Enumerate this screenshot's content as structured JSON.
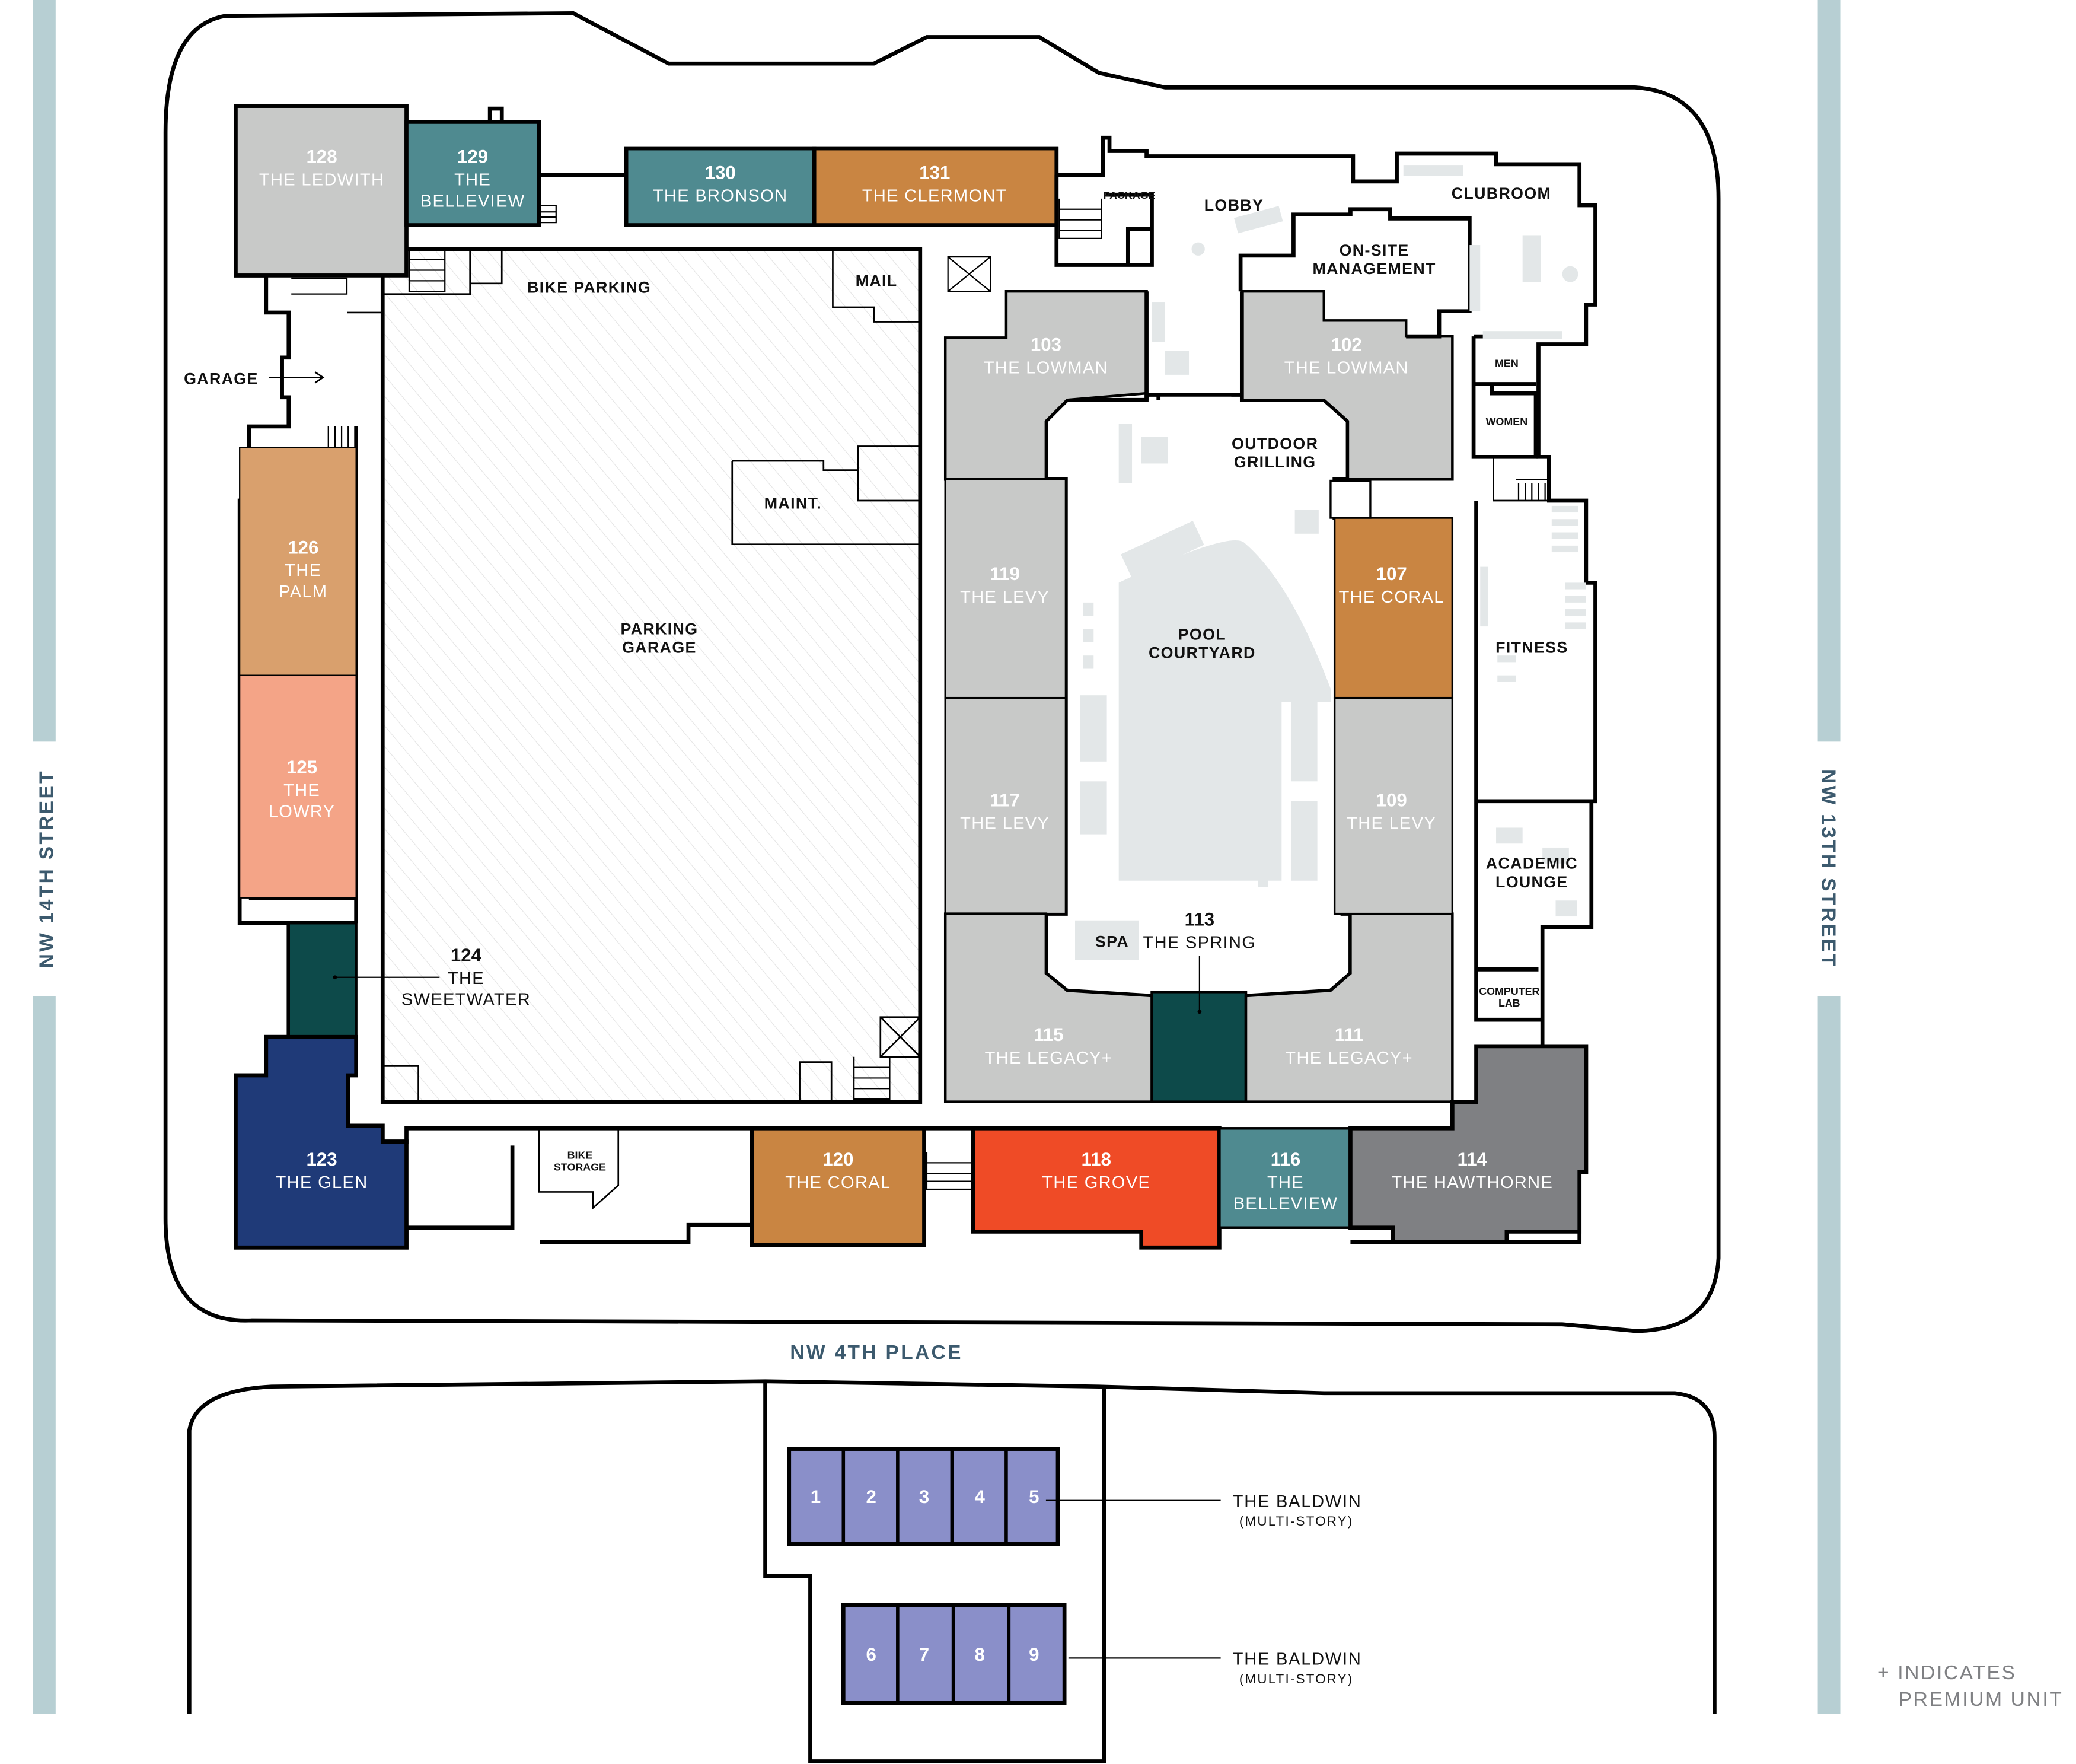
{
  "streets": {
    "west": "NW 14TH STREET",
    "east": "NW 13TH STREET",
    "south": "NW 4TH PLACE"
  },
  "legend": {
    "line1": "+ INDICATES",
    "line2": "PREMIUM UNIT"
  },
  "colors": {
    "gray": "#c8c9c8",
    "teal": "#4f8a90",
    "orange": "#c98542",
    "tan": "#d9a06d",
    "salmon": "#f4a487",
    "dark_teal": "#0d4a4a",
    "navy": "#1f3a78",
    "red": "#ef4b26",
    "dark_gray": "#7f8083",
    "purple": "#8a8fc9",
    "street_bar": "#b7cfd3"
  },
  "units": {
    "u128": {
      "number": "128",
      "name": "THE LEDWITH"
    },
    "u129": {
      "number": "129",
      "name1": "THE",
      "name2": "BELLEVIEW"
    },
    "u130": {
      "number": "130",
      "name": "THE BRONSON"
    },
    "u131": {
      "number": "131",
      "name": "THE CLERMONT"
    },
    "u103": {
      "number": "103",
      "name": "THE LOWMAN"
    },
    "u102": {
      "number": "102",
      "name": "THE LOWMAN"
    },
    "u119": {
      "number": "119",
      "name": "THE LEVY"
    },
    "u117": {
      "number": "117",
      "name": "THE LEVY"
    },
    "u115": {
      "number": "115",
      "name": "THE LEGACY+"
    },
    "u113": {
      "number": "113",
      "name": "THE SPRING"
    },
    "u111": {
      "number": "111",
      "name": "THE LEGACY+"
    },
    "u107": {
      "number": "107",
      "name": "THE CORAL"
    },
    "u109": {
      "number": "109",
      "name": "THE LEVY"
    },
    "u126": {
      "number": "126",
      "name1": "THE",
      "name2": "PALM"
    },
    "u125": {
      "number": "125",
      "name1": "THE",
      "name2": "LOWRY"
    },
    "u124": {
      "number": "124",
      "name1": "THE",
      "name2": "SWEETWATER"
    },
    "u123": {
      "number": "123",
      "name": "THE GLEN"
    },
    "u120": {
      "number": "120",
      "name": "THE CORAL"
    },
    "u118": {
      "number": "118",
      "name": "THE GROVE"
    },
    "u116": {
      "number": "116",
      "name1": "THE",
      "name2": "BELLEVIEW"
    },
    "u114": {
      "number": "114",
      "name": "THE HAWTHORNE"
    }
  },
  "rooms": {
    "bike_parking": "BIKE PARKING",
    "mail": "MAIL",
    "garage": "GARAGE",
    "maint": "MAINT.",
    "parking_garage1": "PARKING",
    "parking_garage2": "GARAGE",
    "package": "PACKAGE",
    "lobby": "LOBBY",
    "clubroom": "CLUBROOM",
    "onsite1": "ON-SITE",
    "onsite2": "MANAGEMENT",
    "men": "MEN",
    "women": "WOMEN",
    "outdoor1": "OUTDOOR",
    "outdoor2": "GRILLING",
    "pool1": "POOL",
    "pool2": "COURTYARD",
    "spa": "SPA",
    "fitness": "FITNESS",
    "academic1": "ACADEMIC",
    "academic2": "LOUNGE",
    "computer1": "COMPUTER",
    "computer2": "LAB",
    "bike_storage1": "BIKE",
    "bike_storage2": "STORAGE"
  },
  "baldwin": {
    "row1": [
      "1",
      "2",
      "3",
      "4",
      "5"
    ],
    "row2": [
      "6",
      "7",
      "8",
      "9"
    ],
    "label": "THE BALDWIN",
    "sub": "(MULTI-STORY)"
  }
}
